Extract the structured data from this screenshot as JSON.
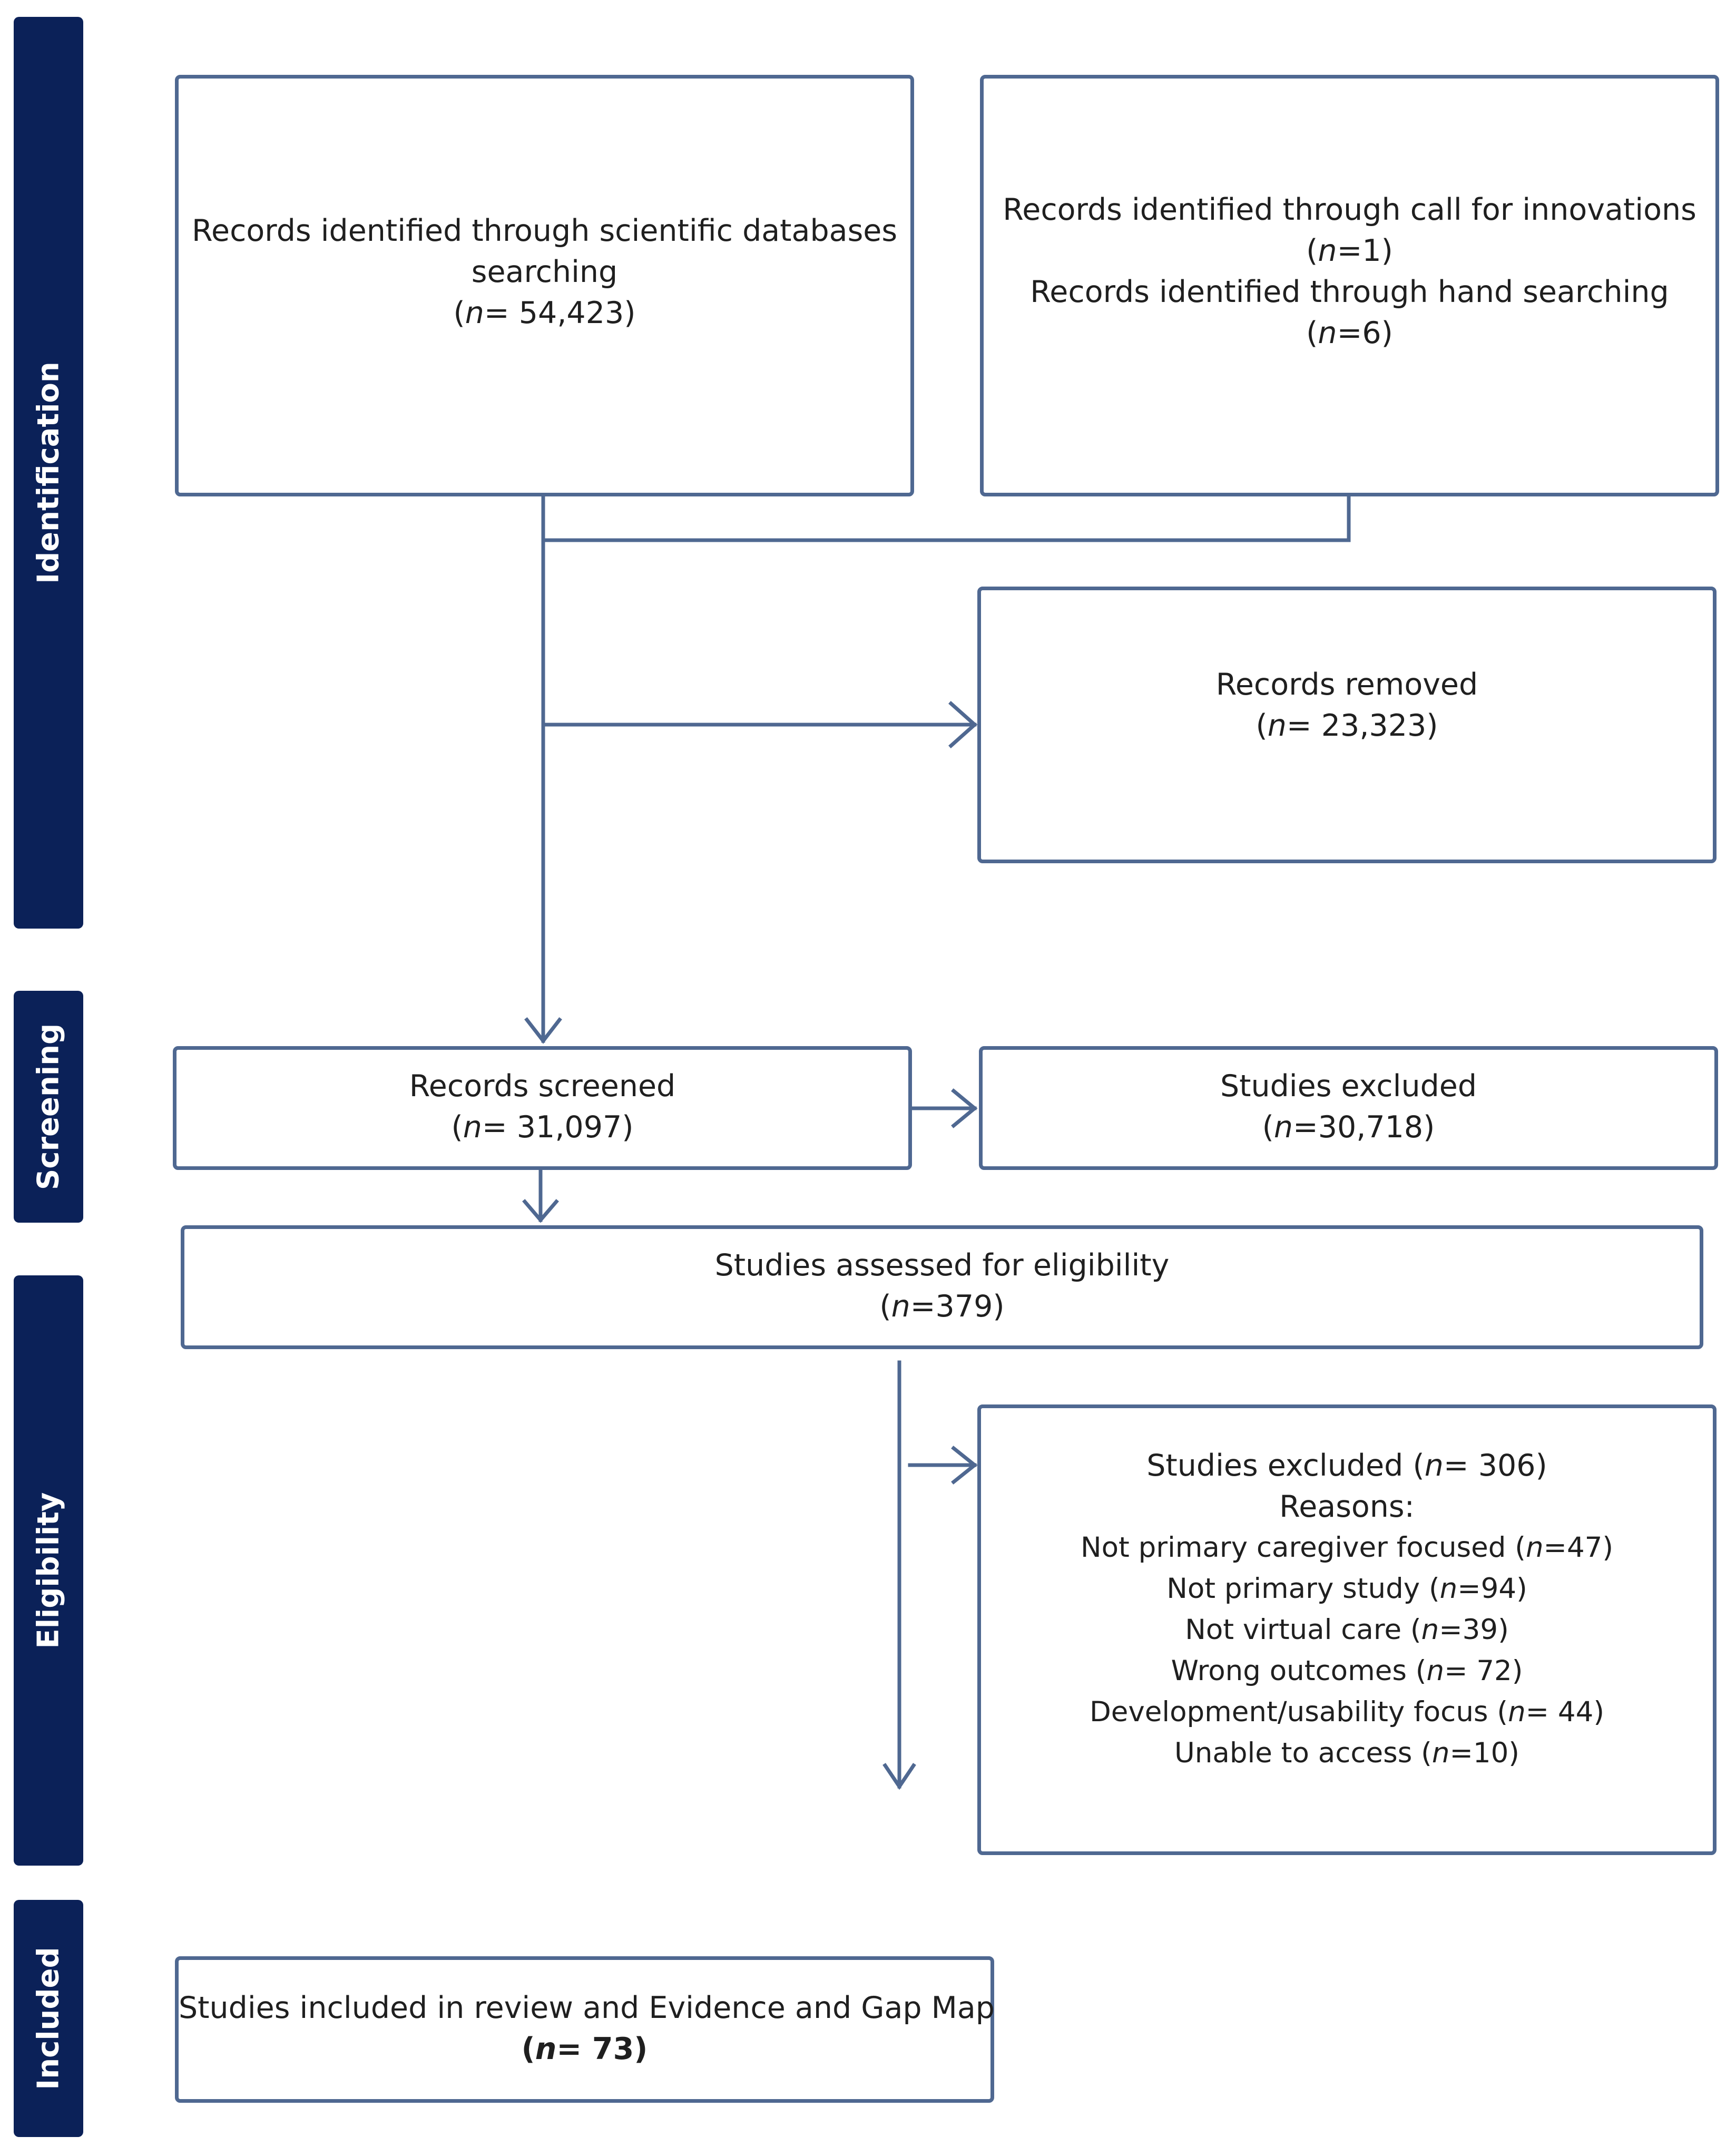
{
  "stages": {
    "identification": "Identification",
    "screening": "Screening",
    "eligibility": "Eligibility",
    "included": "Included"
  },
  "boxes": {
    "databases": {
      "line1": "Records identified through scientific databases",
      "line2": "searching",
      "n_prefix": "(",
      "n_symbol": "n",
      "n_value": "= 54,423)"
    },
    "other_sources": {
      "line1": "Records identified through call for innovations",
      "count1_value": "=1)",
      "line2": "Records identified through hand searching",
      "count2_value": "=6)"
    },
    "removed": {
      "label": "Records removed",
      "n_value": "= 23,323)"
    },
    "screened": {
      "label": "Records screened",
      "n_value": "= 31,097)"
    },
    "screen_excluded": {
      "label": "Studies excluded",
      "n_value": "=30,718)"
    },
    "eligibility": {
      "label": "Studies assessed for eligibility",
      "n_value": "=379)"
    },
    "elig_excluded": {
      "label_prefix": "Studies excluded (",
      "n_value": "= 306)",
      "reasons_label": "Reasons:",
      "reasons": [
        {
          "text": "Not primary caregiver focused (",
          "value": "=47)"
        },
        {
          "text": "Not primary study (",
          "value": "=94)"
        },
        {
          "text": "Not virtual care (",
          "value": "=39)"
        },
        {
          "text": "Wrong outcomes (",
          "value": "= 72)"
        },
        {
          "text": "Development/usability focus (",
          "value": "= 44)"
        },
        {
          "text": "Unable to access (",
          "value": "=10)"
        }
      ]
    },
    "included": {
      "label": "Studies included in review and Evidence and Gap Map",
      "n_value": "= 73)"
    }
  },
  "colors": {
    "stage_bar": "#0b2158",
    "border": "#4f6891",
    "arrow": "#4f6891"
  }
}
